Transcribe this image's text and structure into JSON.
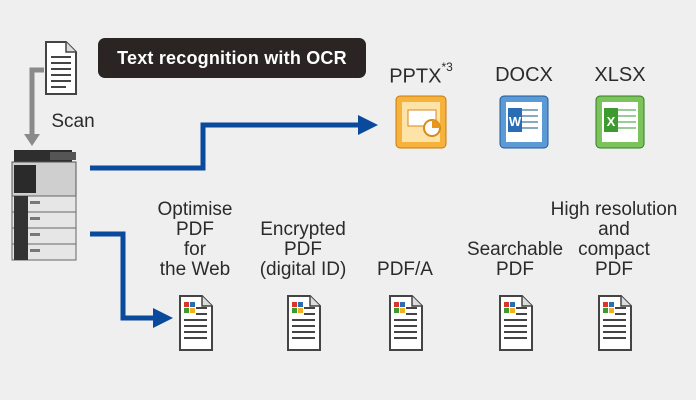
{
  "banner": {
    "text": "Text recognition with OCR"
  },
  "scan_label": "Scan",
  "office_formats": [
    {
      "label": "PPTX",
      "footnote": "*3",
      "icon": "powerpoint-icon",
      "color": "#e8961c"
    },
    {
      "label": "DOCX",
      "footnote": "",
      "icon": "word-icon",
      "color": "#2a6db5"
    },
    {
      "label": "XLSX",
      "footnote": "",
      "icon": "excel-icon",
      "color": "#3d9a2e"
    }
  ],
  "pdf_formats": [
    {
      "lines": [
        "Optimise",
        "PDF",
        "for",
        "the Web"
      ]
    },
    {
      "lines": [
        "Encrypted",
        "PDF",
        "(digital ID)"
      ]
    },
    {
      "lines": [
        "PDF/A"
      ]
    },
    {
      "lines": [
        "Searchable",
        "PDF"
      ]
    },
    {
      "lines": [
        "High resolution",
        "and",
        "compact",
        "PDF"
      ]
    }
  ],
  "colors": {
    "arrow_blue": "#0a4a9c",
    "scan_arrow": "#8a8a8a",
    "banner_bg": "#2a2523"
  }
}
